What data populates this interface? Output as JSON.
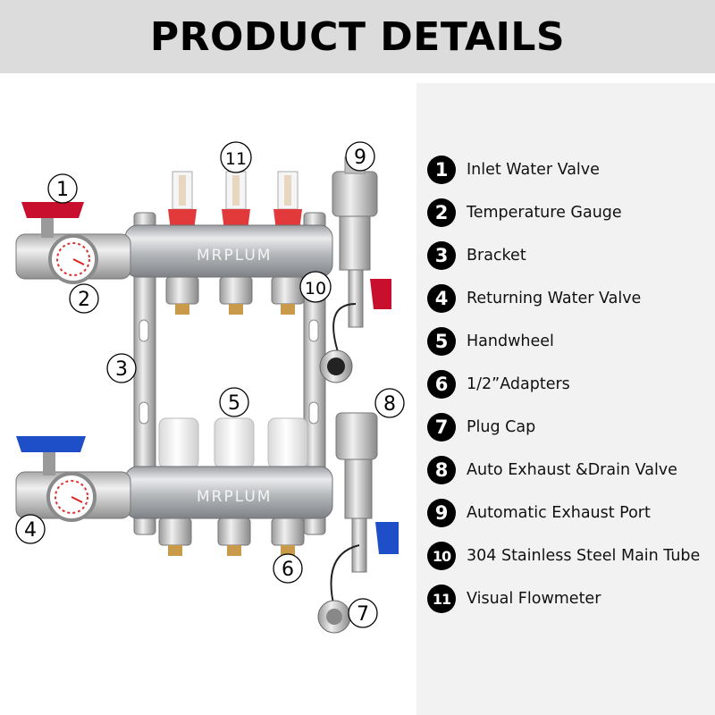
{
  "title": "PRODUCT DETAILS",
  "brand": "MRPLUM",
  "parts": [
    {
      "number": "1",
      "label": "Inlet Water Valve"
    },
    {
      "number": "2",
      "label": "Temperature Gauge"
    },
    {
      "number": "3",
      "label": "Bracket"
    },
    {
      "number": "4",
      "label": "Returning Water Valve"
    },
    {
      "number": "5",
      "label": "Handwheel"
    },
    {
      "number": "6",
      "label": "1/2”Adapters"
    },
    {
      "number": "7",
      "label": "Plug Cap"
    },
    {
      "number": "8",
      "label": "Auto Exhaust &Drain Valve"
    },
    {
      "number": "9",
      "label": "Automatic Exhaust Port"
    },
    {
      "number": "10",
      "label": "304 Stainless Steel Main Tube"
    },
    {
      "number": "11",
      "label": "Visual Flowmeter"
    }
  ],
  "callouts": [
    "1",
    "2",
    "3",
    "4",
    "5",
    "6",
    "7",
    "8",
    "9",
    "10",
    "11"
  ],
  "colors": {
    "banner": "#dcdcdc",
    "panel": "#f2f2f2",
    "inlet_handle": "#c8102e",
    "return_handle": "#1f4fc8",
    "steel": "#c9cbcd"
  }
}
